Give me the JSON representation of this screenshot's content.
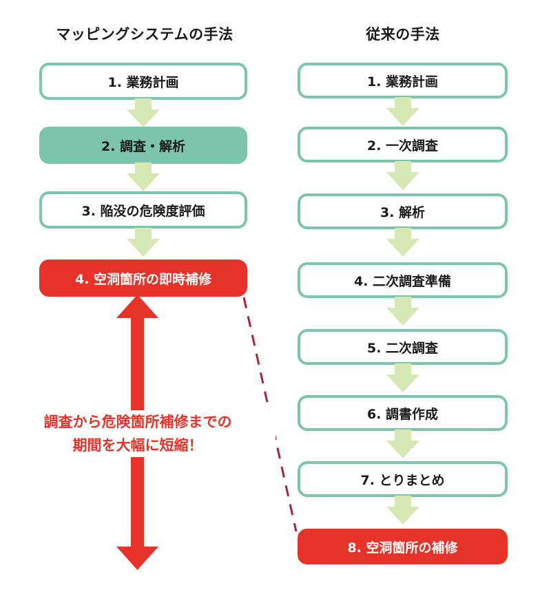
{
  "left_column": {
    "title": "マッピングシステムの手法",
    "steps": [
      {
        "label": "1. 業務計画",
        "style": "outline"
      },
      {
        "label": "2. 調査・解析",
        "style": "filled-green"
      },
      {
        "label": "3. 陥没の危険度評価",
        "style": "outline"
      },
      {
        "label": "4. 空洞箇所の即時補修",
        "style": "filled-red"
      }
    ]
  },
  "right_column": {
    "title": "従来の手法",
    "steps": [
      {
        "label": "1. 業務計画",
        "style": "outline"
      },
      {
        "label": "2. 一次調査",
        "style": "outline"
      },
      {
        "label": "3. 解析",
        "style": "outline"
      },
      {
        "label": "4. 二次調査準備",
        "style": "outline"
      },
      {
        "label": "5. 二次調査",
        "style": "outline"
      },
      {
        "label": "6. 調書作成",
        "style": "outline"
      },
      {
        "label": "7. とりまとめ",
        "style": "outline"
      },
      {
        "label": "8. 空洞箇所の補修",
        "style": "filled-red"
      }
    ]
  },
  "callout": {
    "line1": "調査から危険箇所補修までの",
    "line2": "期間を大幅に短縮！"
  },
  "colors": {
    "outline_green": "#7cc4ab",
    "arrow_green": "#d6e8b4",
    "accent_red": "#e5332a",
    "dash_red": "#a8243a"
  }
}
